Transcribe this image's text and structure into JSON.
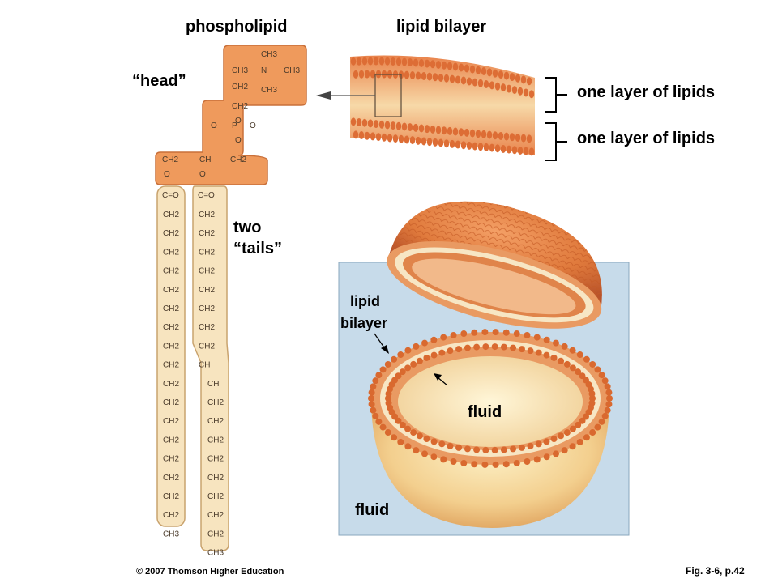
{
  "labels": {
    "phospholipid": "phospholipid",
    "lipid_bilayer_top": "lipid bilayer",
    "head": "“head”",
    "tails_line1": "two",
    "tails_line2": "“tails”",
    "layer_upper": "one layer of lipids",
    "layer_lower": "one layer of lipids",
    "vesicle_bilayer_line1": "lipid",
    "vesicle_bilayer_line2": "bilayer",
    "fluid_inner": "fluid",
    "fluid_outer": "fluid"
  },
  "chem": {
    "head_groups": [
      "CH3",
      "CH3",
      "N",
      "CH3",
      "CH2",
      "CH2",
      "O",
      "O",
      "P",
      "O",
      "O",
      "CH2",
      "CH",
      "CH2",
      "O",
      "O"
    ],
    "carbonyl": "C=O",
    "chain_unit": "CH2",
    "terminal": "CH3",
    "double_bond": "CH"
  },
  "footer": {
    "copyright": "© 2007 Thomson Higher Education",
    "figure": "Fig. 3-6, p.42"
  },
  "colors": {
    "head_orange": "#ef9a5c",
    "tail_cream": "#f7e4bf",
    "vesicle_orange": "#e07a3c",
    "panel_blue": "#c7dbea"
  }
}
